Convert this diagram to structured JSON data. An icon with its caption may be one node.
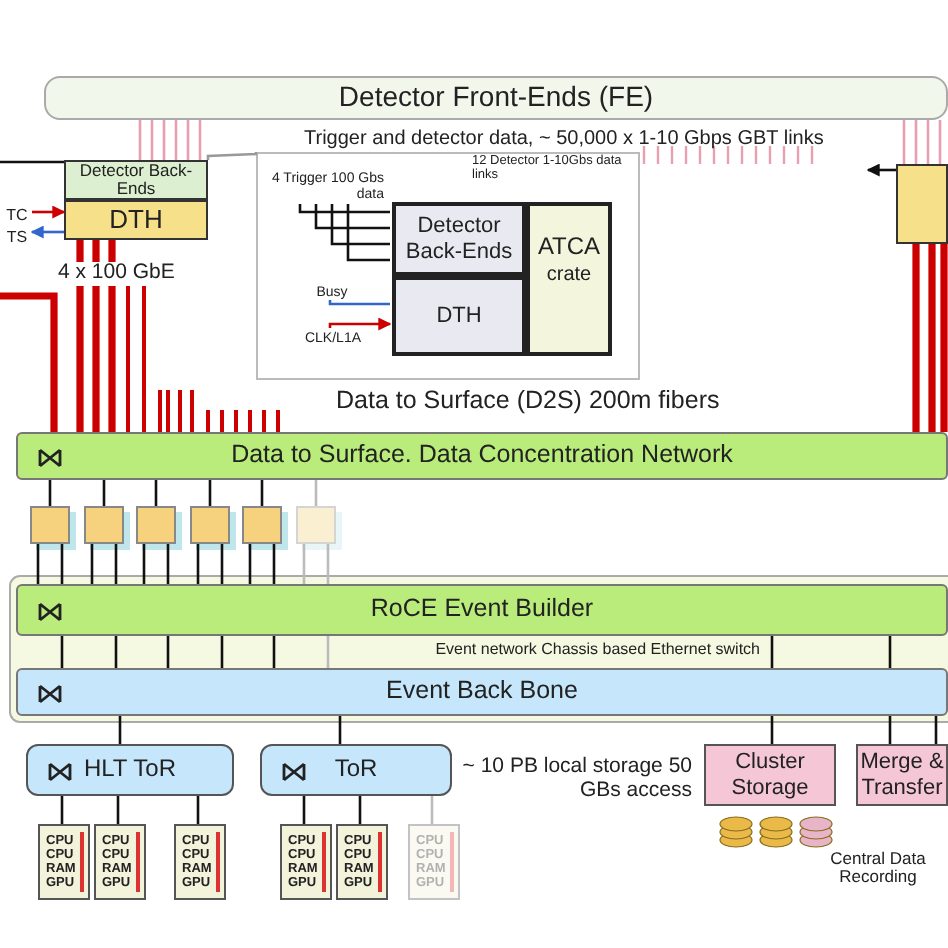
{
  "diagram": {
    "nodes": [
      {
        "text": [
          "Detector Front-Ends (FE)"
        ]
      },
      {
        "text": [
          "Detector Back-Ends"
        ]
      },
      {
        "text": [
          "DTH"
        ]
      },
      {
        "text": [],
        "shape": "box"
      },
      {
        "text": [
          "Detector Back-Ends"
        ],
        "in": 3
      },
      {
        "text": [
          "DTH"
        ],
        "in": 3
      },
      {
        "text": [
          "ATCA",
          "crate"
        ],
        "in": 3
      },
      {
        "text": [],
        "shape": "box"
      },
      {
        "text": [
          "Data to Surface. Data Concentration Network"
        ]
      },
      {
        "text": [],
        "shape": "box"
      },
      {
        "text": [],
        "shape": "box"
      },
      {
        "text": [],
        "shape": "box"
      },
      {
        "text": [],
        "shape": "box"
      },
      {
        "text": [],
        "shape": "box"
      },
      {
        "text": [],
        "shape": "box"
      },
      {
        "text": [
          "RoCE Event Builder"
        ]
      },
      {
        "text": [
          "Event Back Bone"
        ]
      },
      {
        "text": [
          "HLT ToR"
        ]
      },
      {
        "text": [
          "ToR"
        ]
      },
      {
        "text": [
          "Cluster Storage"
        ]
      },
      {
        "text": [
          "Merge & Transfer"
        ]
      },
      {
        "text": [
          "CPU",
          "CPU",
          "RAM",
          "GPU"
        ]
      },
      {
        "text": [
          "CPU",
          "CPU",
          "RAM",
          "GPU"
        ]
      },
      {
        "text": [
          "CPU",
          "CPU",
          "RAM",
          "GPU"
        ]
      },
      {
        "text": [
          "CPU",
          "CPU",
          "RAM",
          "GPU"
        ]
      },
      {
        "text": [
          "CPU",
          "CPU",
          "RAM",
          "GPU"
        ]
      },
      {
        "text": [
          "CPU",
          "CPU",
          "RAM",
          "GPU"
        ]
      },
      {
        "text": [
          "TC"
        ]
      },
      {
        "text": [
          "TS"
        ]
      },
      {
        "text": [
          "4 Trigger 100 Gbs data"
        ],
        "in": 3
      },
      {
        "text": [
          "Busy"
        ],
        "in": 3
      },
      {
        "text": [
          "CLK/L1A"
        ],
        "in": 3
      }
    ],
    "edges": [
      {
        "from": 0,
        "to": 1,
        "arrow": "none",
        "color": "#e8a0b0"
      },
      {
        "from": 1,
        "to": 3,
        "arrow": "none",
        "color": "#999999"
      },
      {
        "from": null,
        "to": 1,
        "arrow": "none"
      },
      {
        "from": 27,
        "to": 2,
        "arrow": "to",
        "color": "#cc0000"
      },
      {
        "from": 2,
        "to": 28,
        "arrow": "to",
        "color": "#3366cc"
      },
      {
        "from": 2,
        "to": 8,
        "arrow": "none",
        "style": "thick",
        "color": "#cc0000"
      },
      {
        "from": null,
        "to": 8,
        "arrow": "none",
        "style": "thick",
        "color": "#cc0000"
      },
      {
        "from": 29,
        "to": 4,
        "arrow": "none"
      },
      {
        "from": 29,
        "to": 4,
        "arrow": "none"
      },
      {
        "from": 29,
        "to": 4,
        "arrow": "none"
      },
      {
        "from": 29,
        "to": 4,
        "arrow": "none"
      },
      {
        "from": 5,
        "to": 30,
        "arrow": "none",
        "color": "#3366cc"
      },
      {
        "from": 31,
        "to": 5,
        "arrow": "to",
        "color": "#cc0000"
      },
      {
        "from": 7,
        "to": null,
        "arrow": "to"
      },
      {
        "from": 7,
        "to": 8,
        "arrow": "none",
        "style": "thick",
        "color": "#cc0000"
      },
      {
        "from": 8,
        "to": 9,
        "arrow": "none"
      },
      {
        "from": 8,
        "to": 10,
        "arrow": "none"
      },
      {
        "from": 8,
        "to": 11,
        "arrow": "none"
      },
      {
        "from": 8,
        "to": 12,
        "arrow": "none"
      },
      {
        "from": 8,
        "to": 13,
        "arrow": "none"
      },
      {
        "from": 8,
        "to": 14,
        "arrow": "none",
        "color": "#bbbbbb"
      },
      {
        "from": 9,
        "to": 15,
        "arrow": "none"
      },
      {
        "from": 10,
        "to": 15,
        "arrow": "none"
      },
      {
        "from": 11,
        "to": 15,
        "arrow": "none"
      },
      {
        "from": 12,
        "to": 15,
        "arrow": "none"
      },
      {
        "from": 13,
        "to": 15,
        "arrow": "none"
      },
      {
        "from": 14,
        "to": 15,
        "arrow": "none",
        "color": "#bbbbbb"
      },
      {
        "from": 15,
        "to": 16,
        "arrow": "none"
      },
      {
        "from": 15,
        "to": 16,
        "arrow": "none"
      },
      {
        "from": 15,
        "to": 16,
        "arrow": "none"
      },
      {
        "from": 15,
        "to": 16,
        "arrow": "none"
      },
      {
        "from": 15,
        "to": 16,
        "arrow": "none"
      },
      {
        "from": 15,
        "to": 16,
        "arrow": "none",
        "color": "#bbbbbb"
      },
      {
        "from": 16,
        "to": 17,
        "arrow": "none"
      },
      {
        "from": 16,
        "to": 18,
        "arrow": "none"
      },
      {
        "from": 16,
        "to": 19,
        "arrow": "none"
      },
      {
        "from": 16,
        "to": 20,
        "arrow": "none"
      },
      {
        "from": 16,
        "to": 20,
        "arrow": "none"
      },
      {
        "from": 17,
        "to": 21,
        "arrow": "none"
      },
      {
        "from": 17,
        "to": 22,
        "arrow": "none"
      },
      {
        "from": 17,
        "to": 23,
        "arrow": "none"
      },
      {
        "from": 18,
        "to": 24,
        "arrow": "none"
      },
      {
        "from": 18,
        "to": 25,
        "arrow": "none"
      },
      {
        "from": 18,
        "to": 26,
        "arrow": "none",
        "color": "#bbbbbb"
      },
      {
        "from": 0,
        "to": 7,
        "arrow": "none",
        "color": "#e8a0b0"
      },
      {
        "from": 15,
        "to": 16,
        "arrow": "none"
      },
      {
        "from": 15,
        "to": 16,
        "arrow": "none"
      }
    ],
    "labels": [
      "Trigger and detector data, ~ 50,000 x 1-10 Gbps GBT links",
      "4 x 100 GbE",
      "12 Detector 1-10Gbs data links",
      "Data to Surface (D2S) 200m fibers",
      "Event network Chassis based Ethernet switch",
      "~ 10 PB local storage 50 GBs access",
      "Central Data Recording"
    ]
  }
}
